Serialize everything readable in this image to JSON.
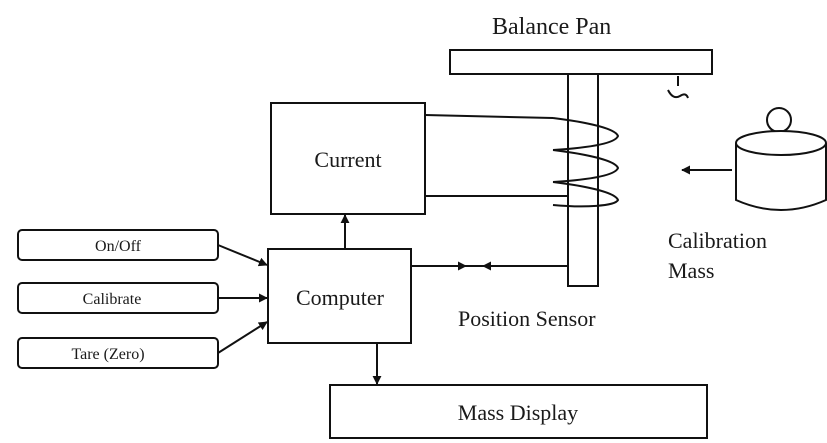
{
  "diagram": {
    "balance_pan_label": "Balance Pan",
    "current_label": "Current",
    "computer_label": "Computer",
    "mass_display_label": "Mass Display",
    "position_sensor_label": "Position Sensor",
    "calibration_mass_line1": "Calibration",
    "calibration_mass_line2": "Mass",
    "buttons": {
      "on_off": "On/Off",
      "calibrate": "Calibrate",
      "tare": "Tare (Zero)"
    }
  }
}
